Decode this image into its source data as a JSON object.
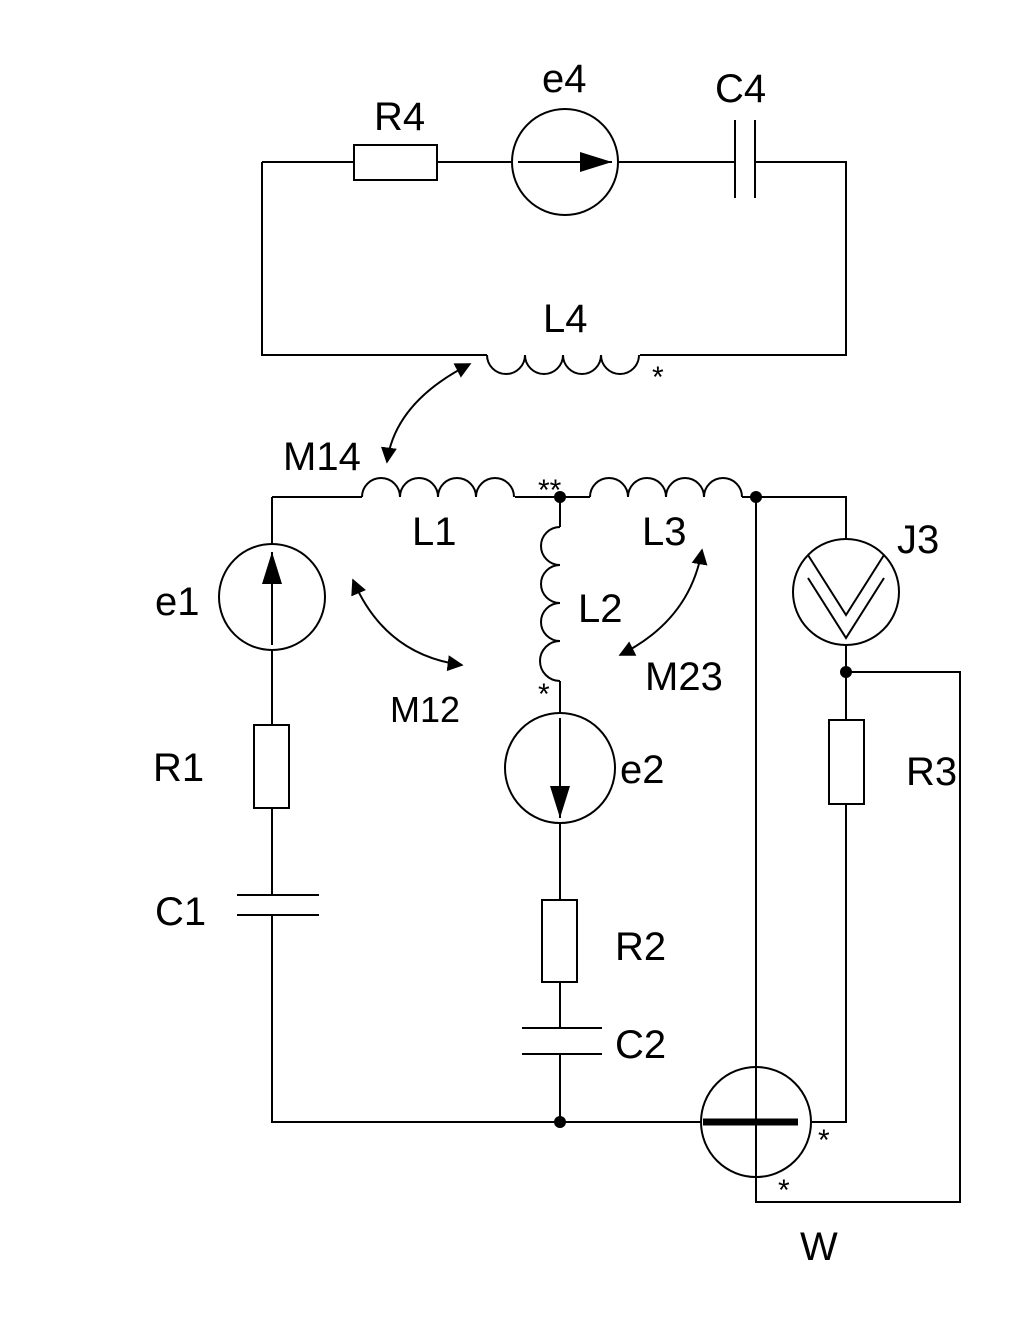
{
  "labels": {
    "R4": "R4",
    "e4": "e4",
    "C4": "C4",
    "L4": "L4",
    "M14": "M14",
    "L1": "L1",
    "L3": "L3",
    "J3": "J3",
    "e1": "e1",
    "L2": "L2",
    "M12": "M12",
    "M23": "M23",
    "R1": "R1",
    "e2": "e2",
    "R3": "R3",
    "C1": "C1",
    "R2": "R2",
    "C2": "C2",
    "W": "W"
  },
  "marks": {
    "star": "*",
    "double_star": "**"
  }
}
